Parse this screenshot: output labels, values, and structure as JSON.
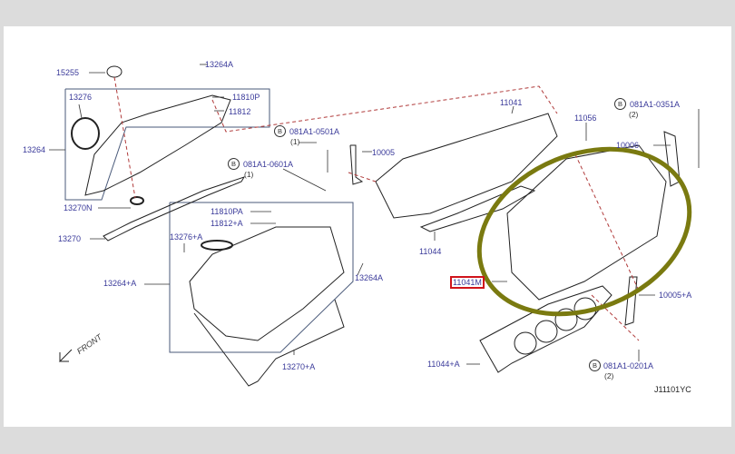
{
  "diagram": {
    "title_code": "J11101YC",
    "front_label": "FRONT",
    "highlight_color": "#d0141c",
    "circle_color": "#7a7a10",
    "labels": {
      "p15255": "15255",
      "p13264A_top": "13264A",
      "p13276": "13276",
      "p11810P": "11810P",
      "p11812": "11812",
      "p13264": "13264",
      "p13270N": "13270N",
      "p13270": "13270",
      "p11810PA": "11810PA",
      "p11812A": "11812+A",
      "p13276A": "13276+A",
      "p13264PlusA": "13264+A",
      "p13264A_mid": "13264A",
      "p13270A": "13270+A",
      "p11041": "11041",
      "p11056": "11056",
      "p10005": "10005",
      "p10006": "10006",
      "p11044": "11044",
      "p11041M": "11041M",
      "p10005A": "10005+A",
      "p11044A": "11044+A"
    },
    "bolts": [
      {
        "symbol": "B",
        "code": "081A1-0501A",
        "qty": "(1)"
      },
      {
        "symbol": "B",
        "code": "081A1-0601A",
        "qty": "(1)"
      },
      {
        "symbol": "B",
        "code": "081A1-0351A",
        "qty": "(2)"
      },
      {
        "symbol": "B",
        "code": "081A1-0201A",
        "qty": "(2)"
      }
    ]
  }
}
